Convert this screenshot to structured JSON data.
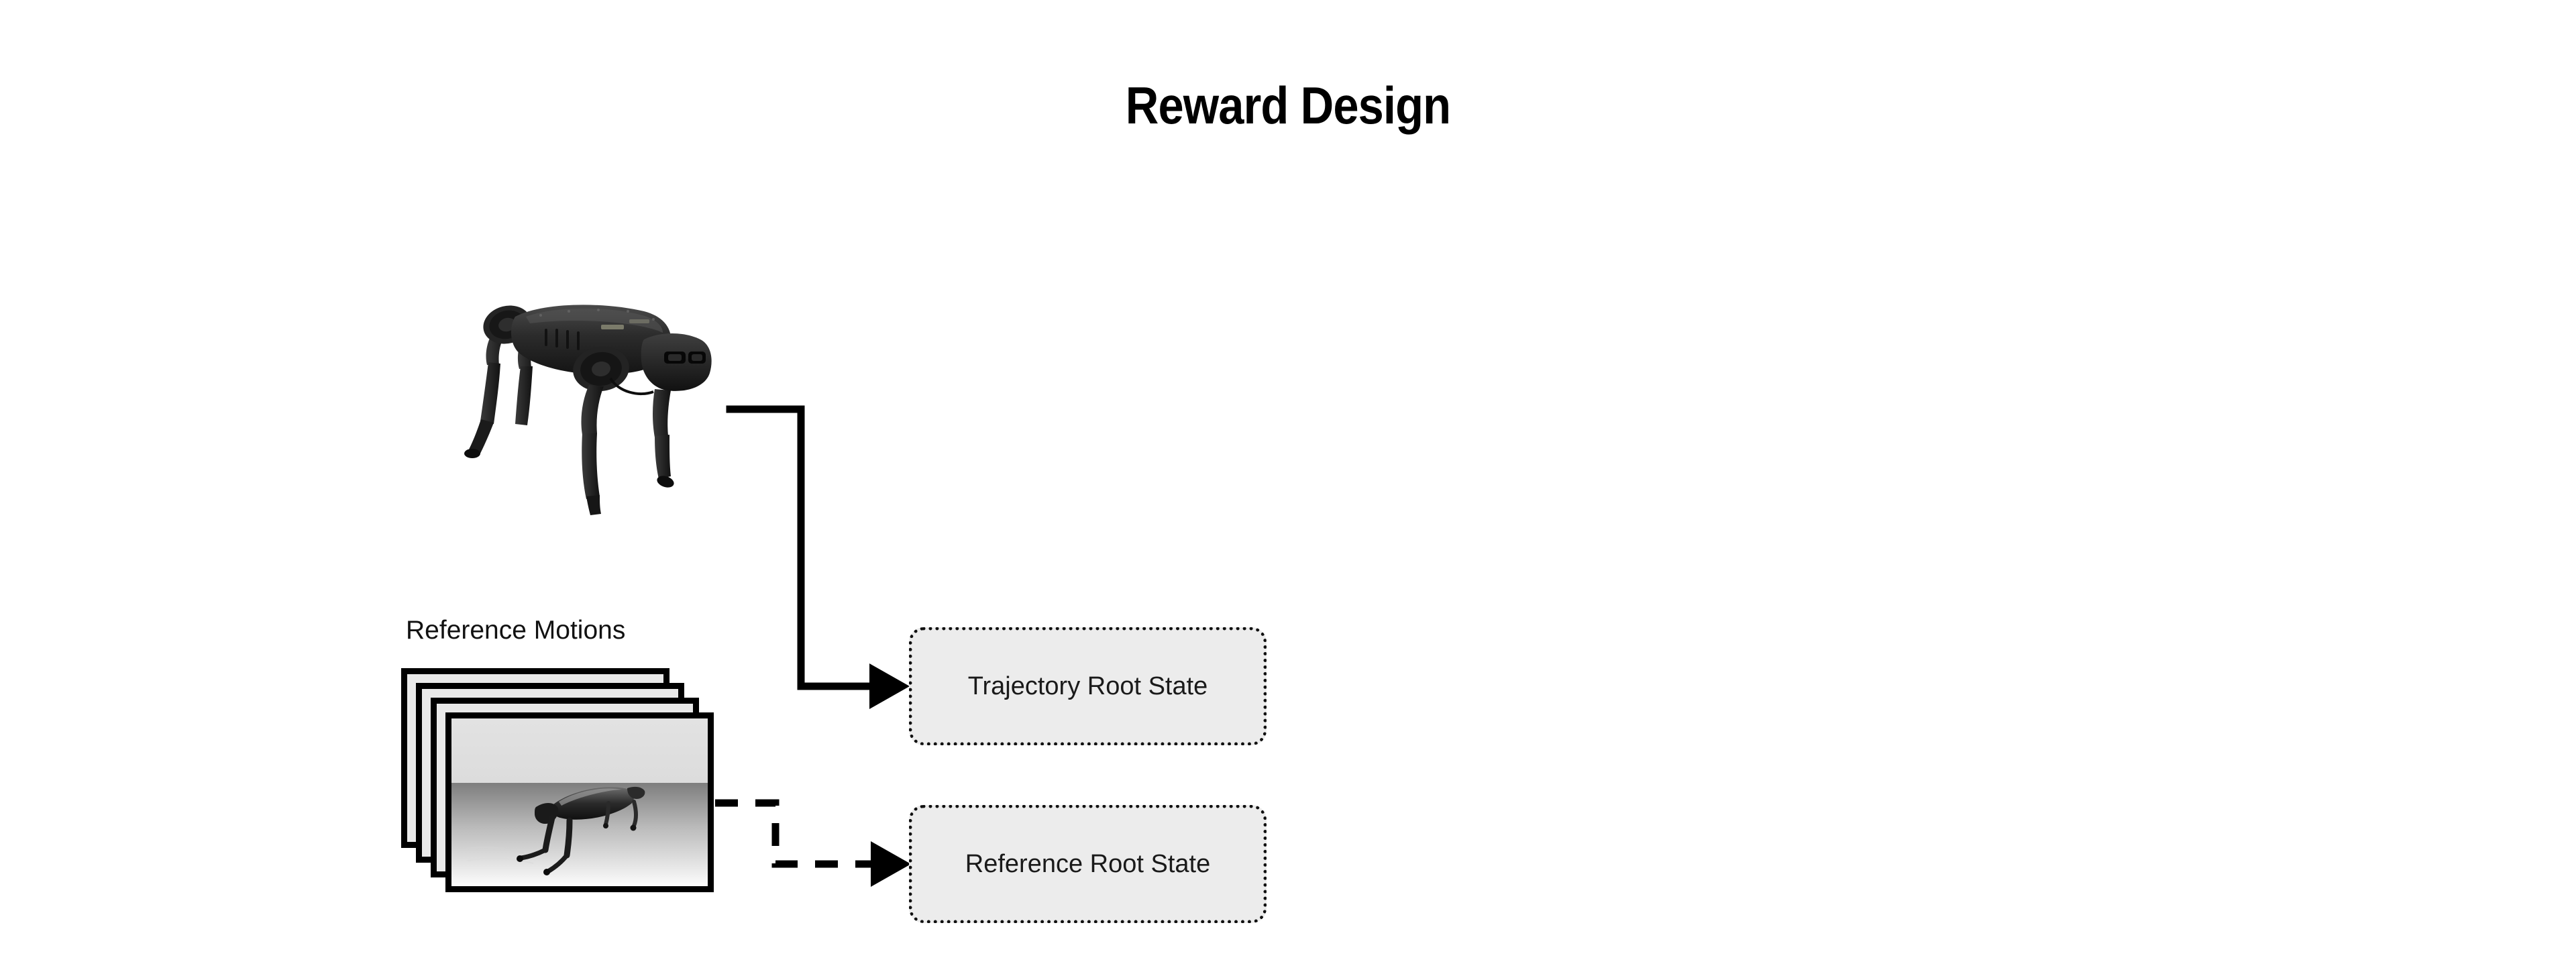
{
  "slide": {
    "title": "Reward Design",
    "background_color": "#ffffff",
    "text_color": "#000000"
  },
  "diagram": {
    "nodes": [
      {
        "id": "robot-photo",
        "kind": "image",
        "semantic": "quadruped-robot-photograph",
        "description": "Black quadruped robot standing, photograph"
      },
      {
        "id": "reference-motions",
        "kind": "image-stack",
        "label": "Reference Motions",
        "frame_count": 4,
        "description": "Stack of four bordered frames, front frame shows a simulated quadruped robot in a gray gradient scene"
      },
      {
        "id": "trajectory-root-state",
        "kind": "box",
        "label": "Trajectory Root State",
        "fill_color": "#ececec",
        "border_style": "dotted",
        "border_color": "#111111"
      },
      {
        "id": "reference-root-state",
        "kind": "box",
        "label": "Reference Root State",
        "fill_color": "#ececec",
        "border_style": "dotted",
        "border_color": "#111111"
      }
    ],
    "edges": [
      {
        "id": "robot-to-trajectory-root-state",
        "from": "robot-photo",
        "to": "trajectory-root-state",
        "style": "solid",
        "arrow": "filled-triangle",
        "color": "#000000"
      },
      {
        "id": "reference-motions-to-reference-root-state",
        "from": "reference-motions",
        "to": "reference-root-state",
        "style": "dashed",
        "arrow": "filled-triangle",
        "color": "#000000"
      }
    ]
  }
}
